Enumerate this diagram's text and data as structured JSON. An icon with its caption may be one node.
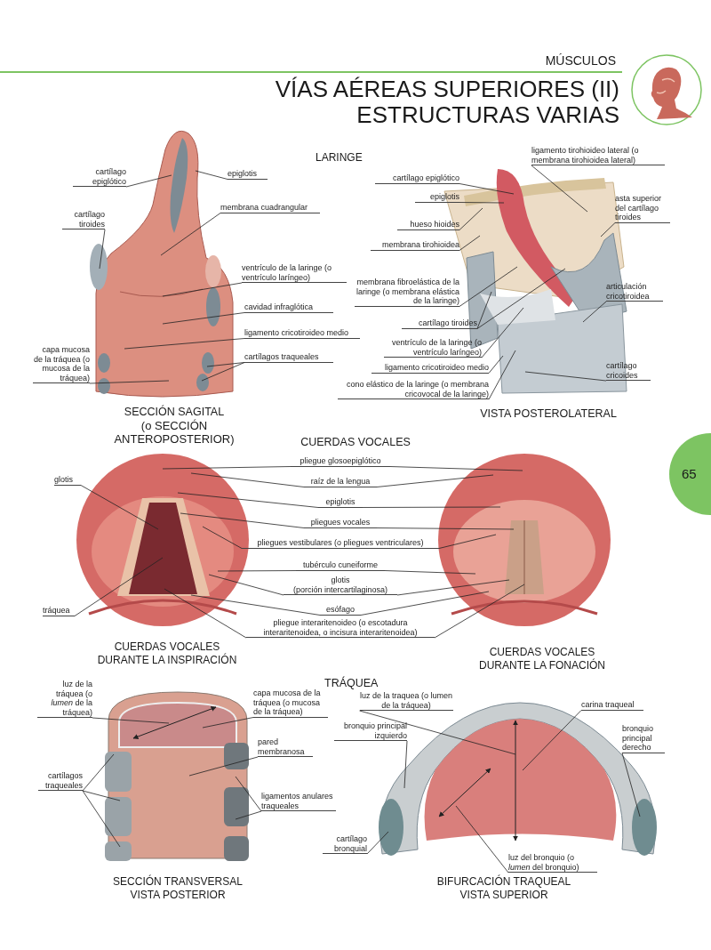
{
  "diagram": {
    "title": "VÍAS AÉREAS SUPERIORES (II) ESTRUCTURAS VARIAS",
    "nodes": [
      {
        "text": [
          "cartílago epiglótico"
        ]
      },
      {
        "text": [
          "epiglotis"
        ]
      },
      {
        "text": [
          "membrana cuadrangular"
        ]
      },
      {
        "text": [
          "cartílago tiroides"
        ]
      },
      {
        "text": [
          "ventrículo de la laringe (o ventrículo laríngeo)"
        ]
      },
      {
        "text": [
          "cavidad infraglótica"
        ]
      },
      {
        "text": [
          "ligamento cricotiroideo medio"
        ]
      },
      {
        "text": [
          "capa mucosa de la tráquea (o mucosa de la tráquea)"
        ]
      },
      {
        "text": [
          "cartílagos traqueales"
        ]
      },
      {
        "text": [
          "ligamento tirohioideo lateral (o membrana tirohioidea lateral)"
        ]
      },
      {
        "text": [
          "cartílago epiglótico"
        ]
      },
      {
        "text": [
          "epiglotis"
        ]
      },
      {
        "text": [
          "asta superior del cartílago tiroides"
        ]
      },
      {
        "text": [
          "hueso hioides"
        ]
      },
      {
        "text": [
          "membrana tirohioidea"
        ]
      },
      {
        "text": [
          "membrana fibroelástica de la laringe (o membrana elástica de la laringe)"
        ]
      },
      {
        "text": [
          "articulación cricotiroidea"
        ]
      },
      {
        "text": [
          "cartílago tiroides"
        ]
      },
      {
        "text": [
          "ventrículo de la laringe (o ventrículo laríngeo)"
        ]
      },
      {
        "text": [
          "ligamento cricotiroideo medio"
        ]
      },
      {
        "text": [
          "cono elástico de la laringe (o membrana cricovocal de la laringe)"
        ]
      },
      {
        "text": [
          "cartílago cricoides"
        ]
      },
      {
        "text": [
          "glotis"
        ]
      },
      {
        "text": [
          "pliegue glosoepiglótico"
        ]
      },
      {
        "text": [
          "raíz de la lengua"
        ]
      },
      {
        "text": [
          "epiglotis"
        ]
      },
      {
        "text": [
          "pliegues vocales"
        ]
      },
      {
        "text": [
          "pliegues vestibulares (o pliegues ventriculares)"
        ]
      },
      {
        "text": [
          "tubérculo cuneiforme"
        ]
      },
      {
        "text": [
          "glotis",
          "(porción intercartilaginosa)"
        ]
      },
      {
        "text": [
          "esófago"
        ]
      },
      {
        "text": [
          "pliegue interaritenoideo (o escotadura interaritenoidea, o incisura interaritenoidea)"
        ]
      },
      {
        "text": [
          "tráquea"
        ]
      },
      {
        "text": [
          "luz de la tráquea (o *lumen* de la tráquea)"
        ]
      },
      {
        "text": [
          "capa mucosa de la tráquea (o mucosa de la tráquea)"
        ]
      },
      {
        "text": [
          "pared membranosa"
        ]
      },
      {
        "text": [
          "cartílagos traqueales"
        ]
      },
      {
        "text": [
          "ligamentos anulares traqueales"
        ]
      },
      {
        "text": [
          "luz de la traquea (o lumen de la tráquea)"
        ]
      },
      {
        "text": [
          "bronquio principal izquierdo"
        ]
      },
      {
        "text": [
          "carina traqueal"
        ]
      },
      {
        "text": [
          "bronquio principal derecho"
        ]
      },
      {
        "text": [
          "cartílago bronquial"
        ]
      },
      {
        "text": [
          "luz del bronquio (o *lumen* del bronquio)"
        ]
      },
      {
        "text": [
          "65"
        ]
      }
    ],
    "edges": [
      {
        "from": 0,
        "to": null,
        "arrow": "none"
      },
      {
        "from": 1,
        "to": null,
        "arrow": "none"
      },
      {
        "from": 2,
        "to": null,
        "arrow": "none"
      },
      {
        "from": 3,
        "to": null,
        "arrow": "none"
      },
      {
        "from": 4,
        "to": null,
        "arrow": "none"
      },
      {
        "from": 5,
        "to": null,
        "arrow": "none"
      },
      {
        "from": 6,
        "to": null,
        "arrow": "none"
      },
      {
        "from": 7,
        "to": null,
        "arrow": "none"
      },
      {
        "from": 8,
        "to": null,
        "arrow": "none"
      },
      {
        "from": 8,
        "to": null,
        "arrow": "none"
      },
      {
        "from": 9,
        "to": null,
        "arrow": "none"
      },
      {
        "from": 10,
        "to": null,
        "arrow": "none"
      },
      {
        "from": 11,
        "to": null,
        "arrow": "none"
      },
      {
        "from": 12,
        "to": null,
        "arrow": "none"
      },
      {
        "from": 13,
        "to": null,
        "arrow": "none"
      },
      {
        "from": 14,
        "to": null,
        "arrow": "none"
      },
      {
        "from": 15,
        "to": null,
        "arrow": "none"
      },
      {
        "from": 16,
        "to": null,
        "arrow": "none"
      },
      {
        "from": 17,
        "to": null,
        "arrow": "none"
      },
      {
        "from": 17,
        "to": null,
        "arrow": "none"
      },
      {
        "from": 18,
        "to": null,
        "arrow": "none"
      },
      {
        "from": 19,
        "to": null,
        "arrow": "none"
      },
      {
        "from": 20,
        "to": null,
        "arrow": "none"
      },
      {
        "from": 21,
        "to": null,
        "arrow": "none"
      },
      {
        "from": 22,
        "to": null,
        "arrow": "none"
      },
      {
        "from": 23,
        "to": null,
        "arrow": "none"
      },
      {
        "from": 23,
        "to": null,
        "arrow": "none"
      },
      {
        "from": 24,
        "to": null,
        "arrow": "none"
      },
      {
        "from": 24,
        "to": null,
        "arrow": "none"
      },
      {
        "from": 25,
        "to": null,
        "arrow": "none"
      },
      {
        "from": 25,
        "to": null,
        "arrow": "none"
      },
      {
        "from": 26,
        "to": null,
        "arrow": "none"
      },
      {
        "from": 26,
        "to": null,
        "arrow": "none"
      },
      {
        "from": 27,
        "to": null,
        "arrow": "none"
      },
      {
        "from": 27,
        "to": null,
        "arrow": "none"
      },
      {
        "from": 28,
        "to": null,
        "arrow": "none"
      },
      {
        "from": 28,
        "to": null,
        "arrow": "none"
      },
      {
        "from": 29,
        "to": null,
        "arrow": "none"
      },
      {
        "from": 29,
        "to": null,
        "arrow": "none"
      },
      {
        "from": 30,
        "to": null,
        "arrow": "none"
      },
      {
        "from": 30,
        "to": null,
        "arrow": "none"
      },
      {
        "from": 31,
        "to": null,
        "arrow": "none"
      },
      {
        "from": 31,
        "to": null,
        "arrow": "none"
      },
      {
        "from": 32,
        "to": null,
        "arrow": "none"
      },
      {
        "from": 33,
        "to": null,
        "arrow": "none"
      },
      {
        "from": 34,
        "to": null,
        "arrow": "none"
      },
      {
        "from": 35,
        "to": null,
        "arrow": "none"
      },
      {
        "from": 36,
        "to": null,
        "arrow": "none"
      },
      {
        "from": 36,
        "to": null,
        "arrow": "none"
      },
      {
        "from": 36,
        "to": null,
        "arrow": "none"
      },
      {
        "from": 37,
        "to": null,
        "arrow": "none"
      },
      {
        "from": 37,
        "to": null,
        "arrow": "none"
      },
      {
        "from": 38,
        "to": null,
        "arrow": "none"
      },
      {
        "from": 39,
        "to": null,
        "arrow": "none"
      },
      {
        "from": 40,
        "to": null,
        "arrow": "none"
      },
      {
        "from": 41,
        "to": null,
        "arrow": "none"
      },
      {
        "from": 42,
        "to": null,
        "arrow": "none"
      },
      {
        "from": 43,
        "to": null,
        "arrow": "none"
      }
    ],
    "labels": [
      "MÚSCULOS",
      "LARINGE",
      "SECCIÓN SAGITAL",
      "(o SECCIÓN ANTEROPOSTERIOR)",
      "VISTA POSTEROLATERAL",
      "CUERDAS VOCALES",
      "CUERDAS VOCALES DURANTE LA INSPIRACIÓN",
      "CUERDAS VOCALES DURANTE LA FONACIÓN",
      "TRÁQUEA",
      "SECCIÓN TRANSVERSAL VISTA POSTERIOR",
      "BIFURCACIÓN TRAQUEAL VISTA SUPERIOR"
    ]
  }
}
